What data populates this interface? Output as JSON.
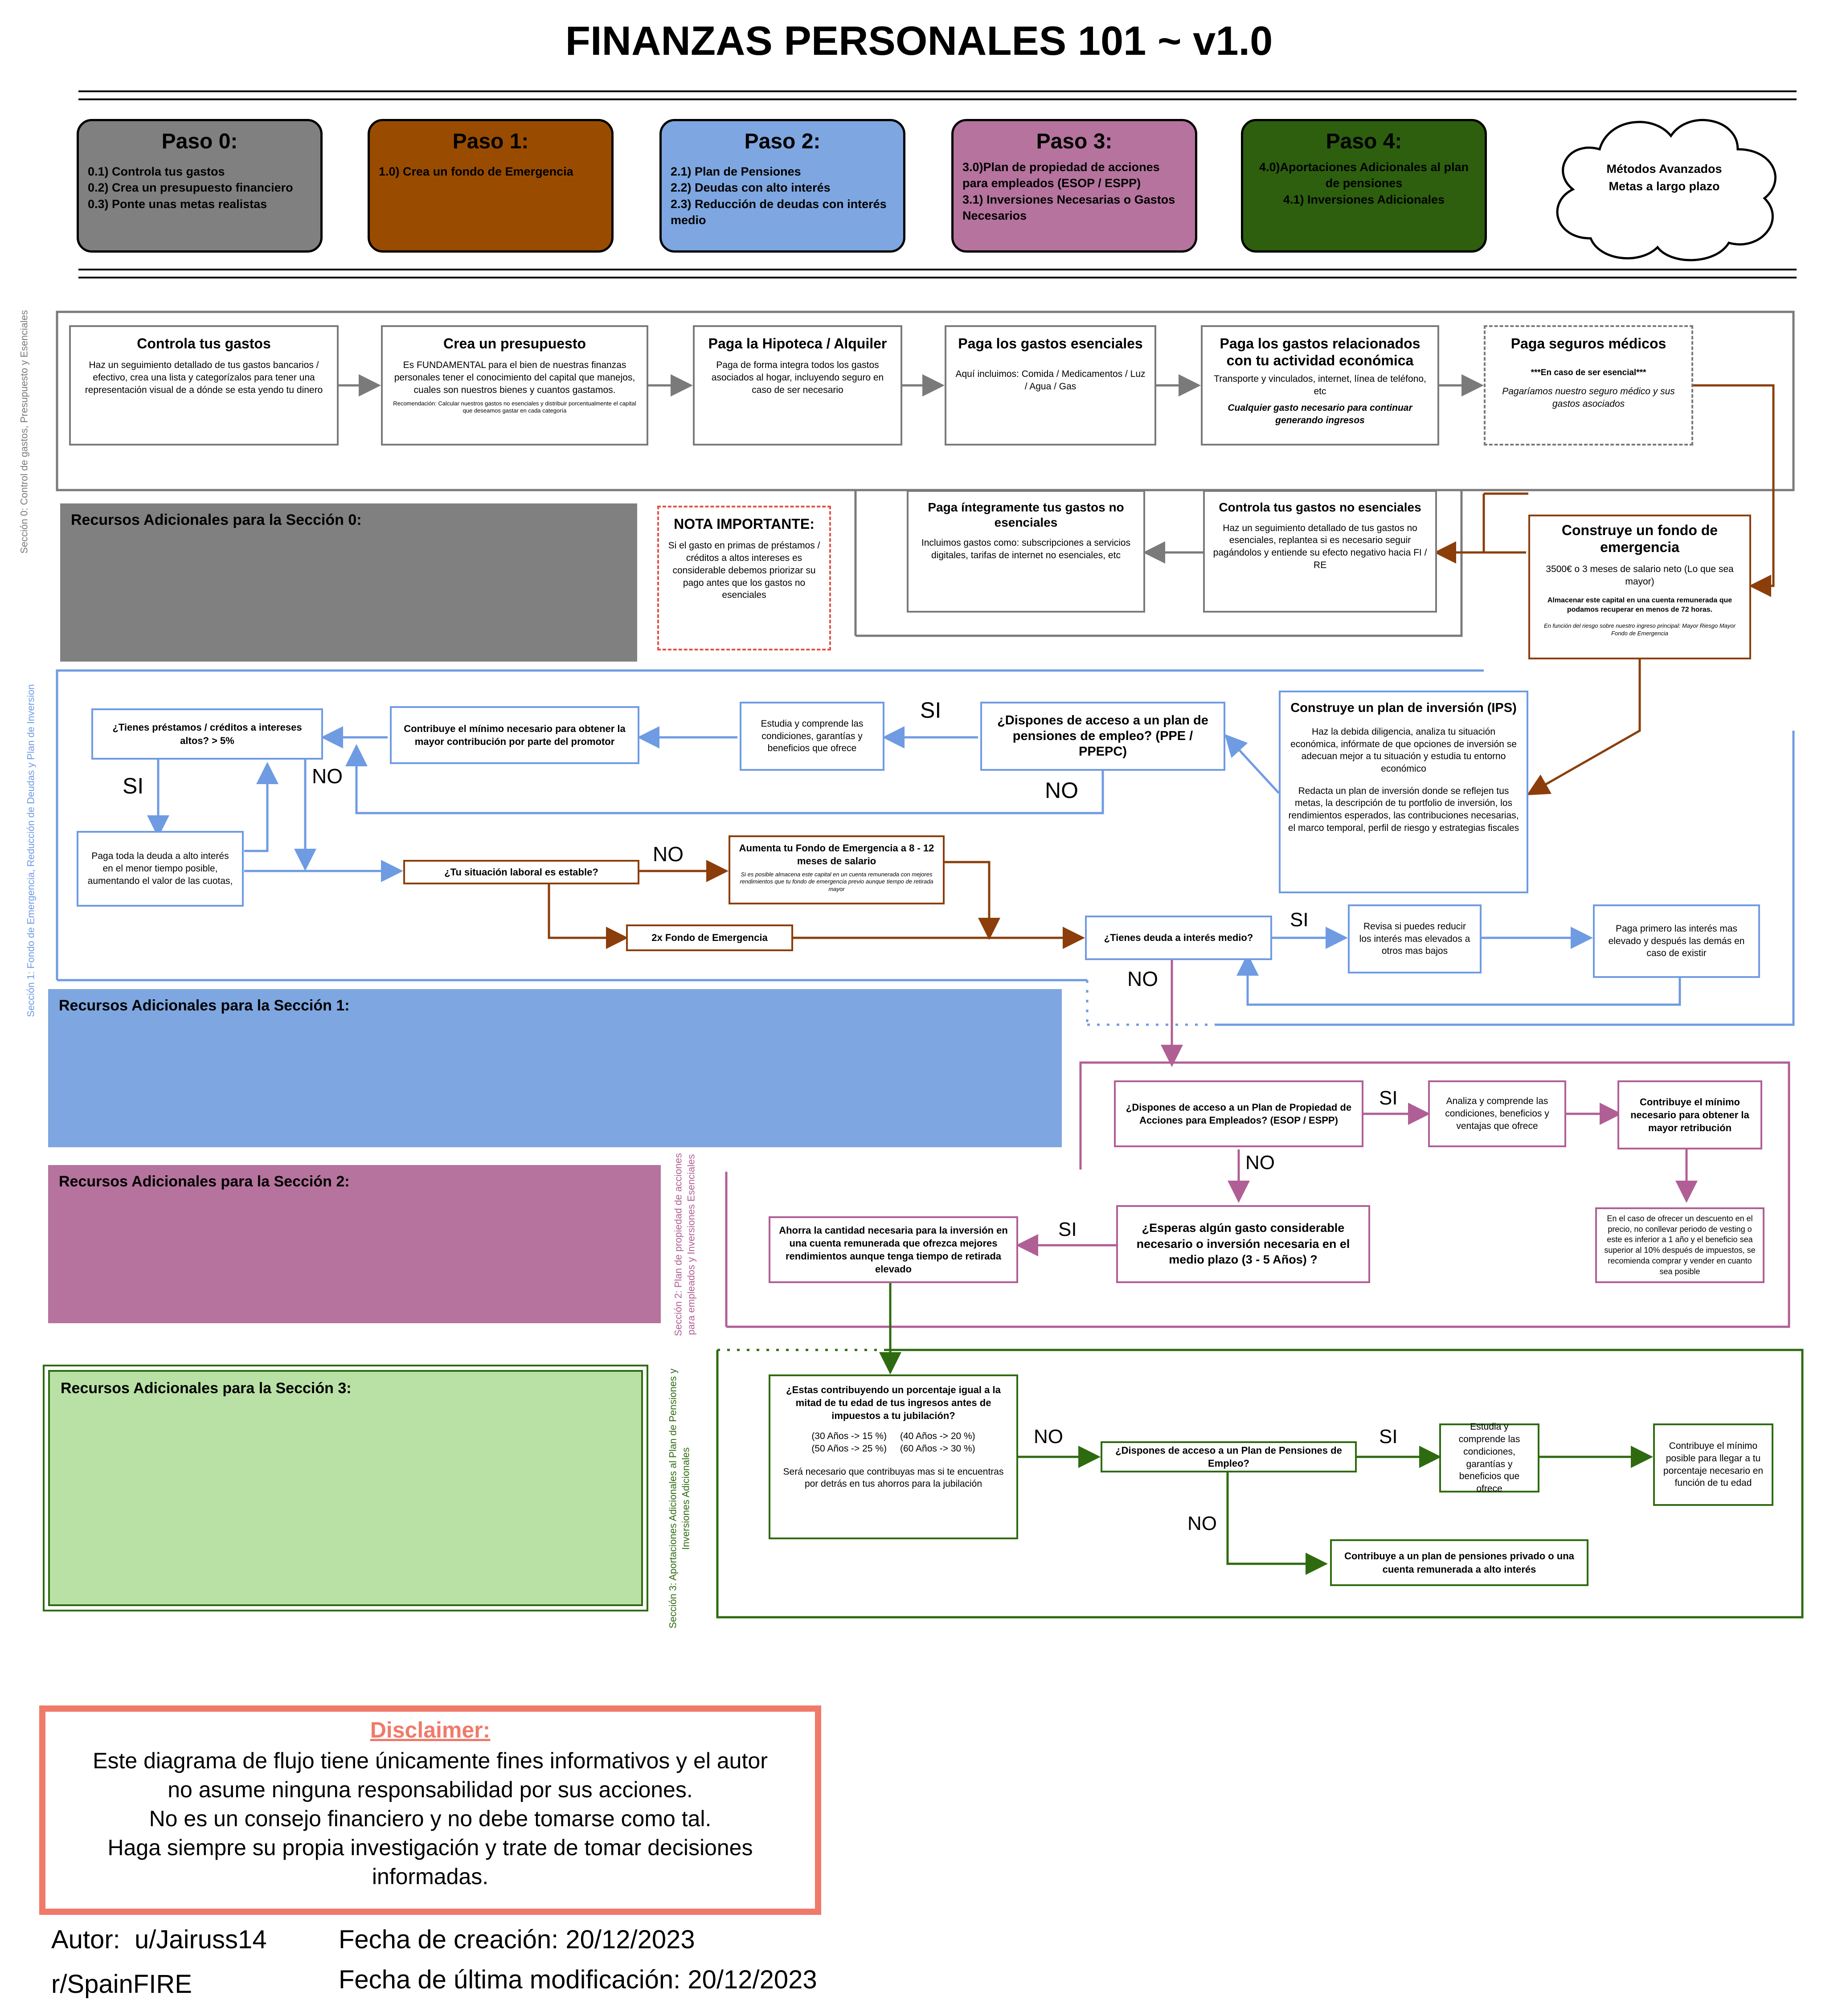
{
  "title": "FINANZAS PERSONALES 101 ~ v1.0",
  "steps": [
    {
      "heading": "Paso 0:",
      "lines": [
        "0.1) Controla tus gastos",
        "0.2) Crea un presupuesto financiero",
        "0.3) Ponte unas metas realistas"
      ],
      "color": "#808080"
    },
    {
      "heading": "Paso 1:",
      "lines": [
        "1.0) Crea un fondo de Emergencia"
      ],
      "color": "#994c00"
    },
    {
      "heading": "Paso 2:",
      "lines": [
        "2.1) Plan de Pensiones",
        "2.2) Deudas con alto interés",
        "2.3) Reducción de deudas con interés medio"
      ],
      "color": "#7ea6e0"
    },
    {
      "heading": "Paso 3:",
      "lines": [
        "3.0)Plan de propiedad de acciones para empleados (ESOP / ESPP)",
        "3.1) Inversiones Necesarias o Gastos Necesarios"
      ],
      "color": "#b5739d"
    },
    {
      "heading": "Paso 4:",
      "lines": [
        "4.0)Aportaciones Adicionales al plan de pensiones",
        "4.1) Inversiones Adicionales"
      ],
      "color": "#2d5f0e"
    }
  ],
  "cloud": {
    "lines": [
      "Métodos Avanzados",
      "Metas a largo plazo"
    ]
  },
  "section_labels": {
    "s0": "Sección 0: Control de gastos, Presupuesto y Esenciales",
    "s1": "Sección 1: Fondo de Emergencia, Reducción de Deudas y Plan de Inversion",
    "s2": "Sección 2: Plan de propiedad de acciones  para empleados y Inversiones Esenciales",
    "s3": "Sección 3: Aportaciones Adicionales al Plan de Pensiones y Inversiones Adicionales"
  },
  "resources": {
    "s0": "Recursos Adicionales para la Sección 0:",
    "s1": "Recursos Adicionales para la Sección 1:",
    "s2": "Recursos Adicionales para la Sección 2:",
    "s3": "Recursos Adicionales para la Sección 3:"
  },
  "boxes": {
    "controla": {
      "title": "Controla tus gastos",
      "body": "Haz un seguimiento detallado de tus gastos bancarios / efectivo, crea una lista y categorízalos para tener una representación visual de a dónde se esta yendo tu dinero"
    },
    "presupuesto": {
      "title": "Crea un presupuesto",
      "body": "Es FUNDAMENTAL para el bien de nuestras finanzas personales tener el conocimiento del capital que manejos, cuales son nuestros bienes y cuantos gastamos.",
      "small": "Recomendación: Calcular nuestros gastos no esenciales y distribuir porcentualmente el capital que deseamos gastar en cada categoría"
    },
    "hipoteca": {
      "title": "Paga la Hipoteca / Alquiler",
      "body": "Paga de forma integra todos los gastos asociados al hogar, incluyendo seguro en caso de ser necesario"
    },
    "esenciales": {
      "title": "Paga los gastos esenciales",
      "body": "Aquí incluimos: Comida / Medicamentos / Luz / Agua / Gas"
    },
    "actividad": {
      "title": "Paga los gastos relacionados con tu actividad económica",
      "body": "Transporte y vinculados, internet, línea de teléfono, etc",
      "bi": "Cualquier gasto necesario para continuar generando ingresos"
    },
    "seguros": {
      "title": "Paga seguros médicos",
      "bold": "***En caso de ser esencial***",
      "it": "Pagaríamos nuestro seguro médico y sus gastos asociados"
    },
    "no_esenciales_ctrl": {
      "title": "Controla tus gastos no esenciales",
      "body": "Haz un seguimiento detallado de tus gastos no esenciales, replantea si es necesario seguir pagándolos y entiende su efecto negativo hacia FI / RE"
    },
    "no_esenciales_pay": {
      "title": "Paga íntegramente tus gastos no esenciales",
      "body": "Incluimos gastos como:  subscripciones a servicios digitales, tarifas de internet no esenciales, etc"
    },
    "nota": {
      "title": "NOTA IMPORTANTE:",
      "body": "Si el gasto en primas de préstamos / créditos a altos intereses es considerable debemos priorizar su pago antes que los gastos no esenciales"
    },
    "fondo": {
      "title": "Construye un fondo de emergencia",
      "body": "3500€  o 3 meses de salario neto (Lo que sea mayor)",
      "bold": "Almacenar este capital en una cuenta remunerada que podamos recuperar en menos de 72 horas.",
      "small": "En función del riesgo sobre nuestro ingreso principal: Mayor Riesgo Mayor Fondo de Emergencia"
    },
    "ips": {
      "title": "Construye un plan de inversión (IPS)",
      "body1": "Haz la debida diligencia, analiza tu situación económica, infórmate de que opciones de inversión se adecuan mejor a tu situación y estudia tu entorno económico",
      "body2": "Redacta un plan de inversión  donde se reflejen tus metas, la descripción de tu portfolio de inversión, los rendimientos esperados, las contribuciones necesarias, el marco temporal, perfil de riesgo y estrategias fiscales"
    },
    "pensiones_q": {
      "title": "¿Dispones de acceso a un plan de pensiones de empleo? (PPE / PPEPC)"
    },
    "estudia1": {
      "body": "Estudia y comprende las condiciones, garantías y beneficios que ofrece"
    },
    "contribuye_min": {
      "title": "Contribuye el mínimo necesario para obtener la mayor contribución por parte del promotor"
    },
    "prestamos_q": {
      "title": "¿Tienes préstamos / créditos a intereses altos? > 5%"
    },
    "paga_deuda": {
      "body": "Paga toda la deuda a alto interés en el menor tiempo posible, aumentando el valor de las cuotas,"
    },
    "laboral_q": {
      "title": "¿Tu situación laboral es estable?"
    },
    "aumenta": {
      "title": "Aumenta tu Fondo de Emergencia a 8 - 12 meses de salario",
      "small": "Si es posible almacena este capital en un cuenta remunerada con mejores rendimientos que tu fondo de emergencia previo aunque tiempo de retirada mayor"
    },
    "doble": {
      "title": "2x Fondo de Emergencia"
    },
    "deuda_medio_q": {
      "title": "¿Tienes deuda a interés medio?"
    },
    "revisa": {
      "body": "Revisa  si puedes reducir los interés mas elevados a otros mas bajos"
    },
    "paga_primero": {
      "body": "Paga primero las interés mas elevado y después las demás en caso de existir"
    },
    "esop_q": {
      "title": "¿Dispones de acceso a un Plan de Propiedad de Acciones para Empleados? (ESOP / ESPP)"
    },
    "analiza": {
      "body": "Analiza y comprende las condiciones, beneficios y ventajas que ofrece"
    },
    "contribuye_max": {
      "title": "Contribuye el mínimo necesario para obtener la mayor retribución"
    },
    "esop_note": {
      "body": "En el caso de ofrecer un descuento en el precio, no conllevar periodo de vesting o este es inferior a 1 año y el beneficio sea superior al 10% después de impuestos, se recomienda comprar y vender en cuanto sea posible"
    },
    "gasto_q": {
      "title": "¿Esperas algún gasto considerable necesario o inversión necesaria en el medio plazo  (3 - 5 Años) ?"
    },
    "ahorra": {
      "title": "Ahorra la cantidad necesaria para la inversión en una cuenta remunerada que ofrezca mejores rendimientos aunque tenga tiempo de retirada elevado"
    },
    "porcentaje_q": {
      "title": "¿Estas contribuyendo  un porcentaje igual a la mitad de tu edad de tus ingresos antes de impuestos a tu jubilación?",
      "r1a": "(30 Años -> 15 %)",
      "r1b": "(40 Años -> 20 %)",
      "r2a": "(50 Años -> 25 %)",
      "r2b": "(60 Años -> 30 %)",
      "body": "Será necesario que contribuyas mas  si te encuentras por detrás en tus ahorros para la jubilación"
    },
    "pension_empleo_q": {
      "title": "¿Dispones de acceso a un Plan de Pensiones de Empleo?"
    },
    "estudia2": {
      "body": "Estudia y comprende las condiciones, garantías y beneficios que ofrece"
    },
    "contribuye_edad": {
      "body": "Contribuye el mínimo posible para llegar a tu porcentaje necesario en función de tu edad"
    },
    "privado": {
      "title": "Contribuye a un plan de pensiones privado  o una cuenta remunerada a alto interés"
    }
  },
  "labels": {
    "si": "SI",
    "no": "NO"
  },
  "disclaimer": {
    "heading": "Disclaimer:",
    "lines": [
      "Este diagrama de flujo tiene únicamente fines informativos y el autor",
      "no asume ninguna responsabilidad por sus acciones.",
      "No es un consejo financiero y no debe tomarse como tal.",
      "Haga siempre su propia investigación y trate de tomar decisiones",
      "informadas."
    ]
  },
  "footer": {
    "autor": "Autor:  u/Jairuss14",
    "sub": "r/SpainFIRE",
    "creacion": "Fecha de creación: 20/12/2023",
    "modificacion": "Fecha de última modificación: 20/12/2023"
  },
  "colors": {
    "gray": "#7a7a7a",
    "blue": "#6f9be3",
    "brown": "#8b3e0a",
    "pink": "#b05f96",
    "green": "#2e6b10",
    "disclaimer": "#f07a6a"
  }
}
